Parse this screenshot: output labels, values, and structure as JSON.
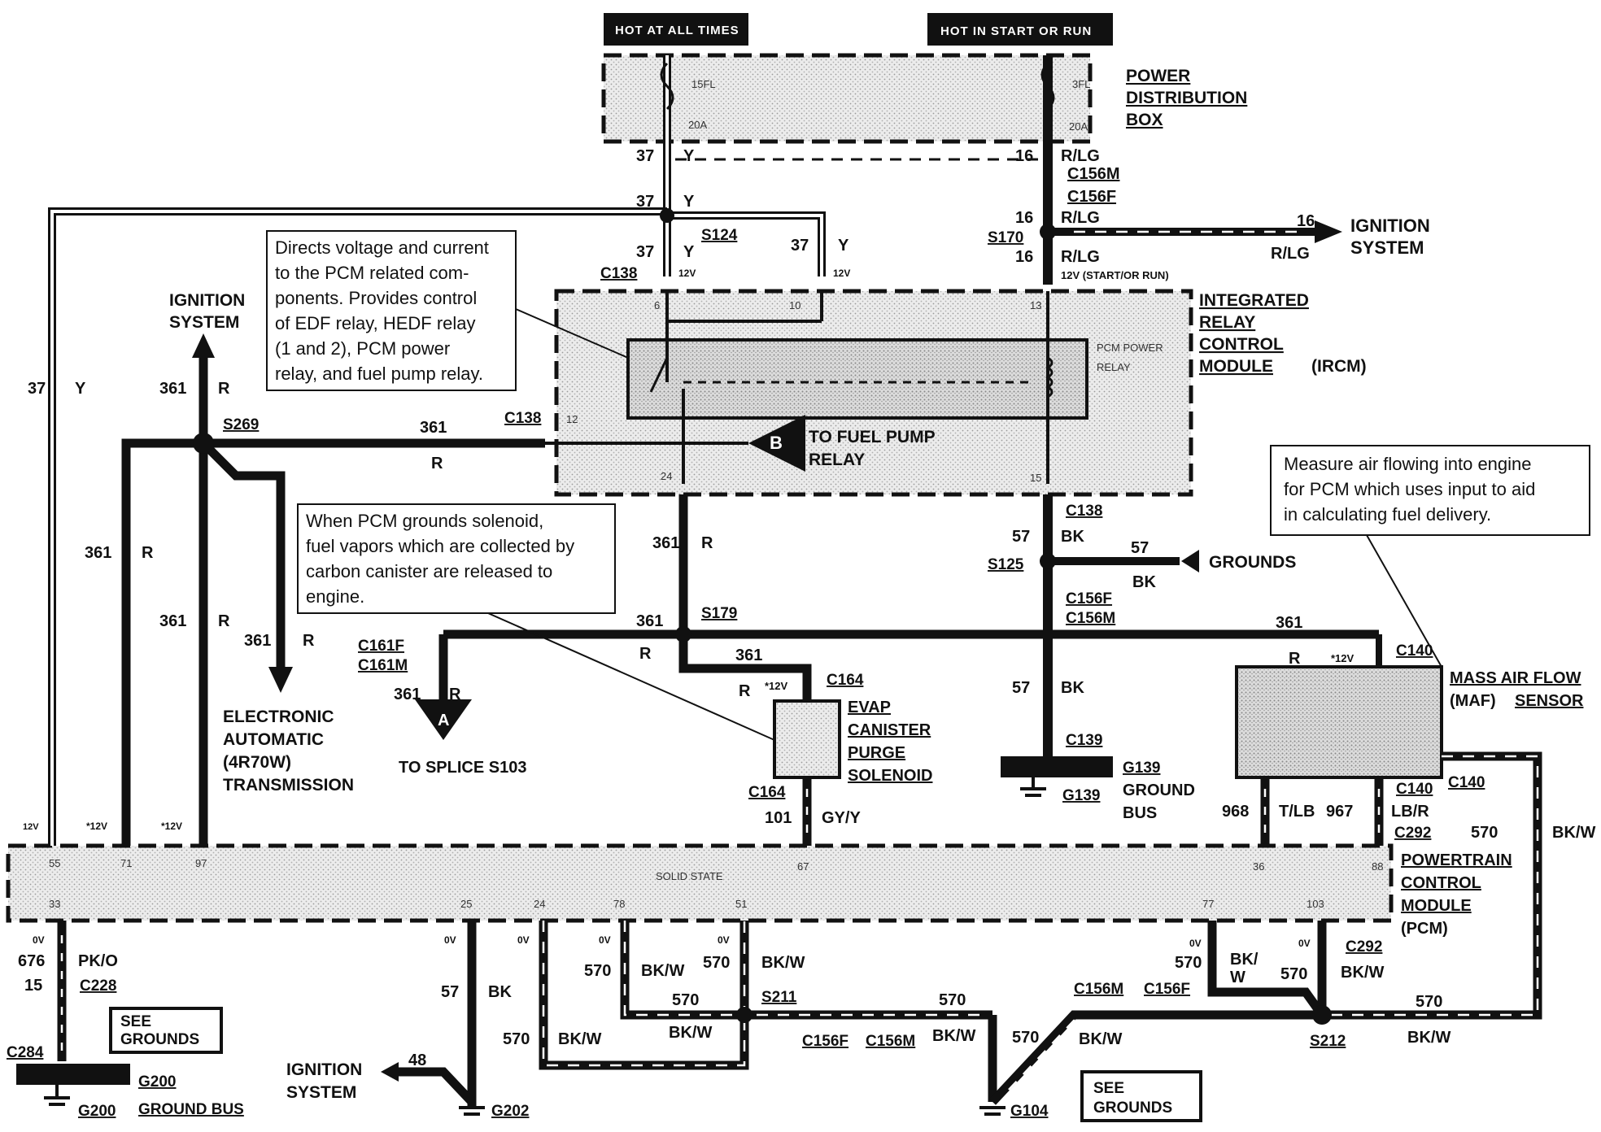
{
  "power": {
    "hot_all_times": "HOT AT ALL TIMES",
    "hot_start_run": "HOT IN START OR RUN",
    "pdb_line1": "POWER",
    "pdb_line2": "DISTRIBUTION",
    "pdb_line3": "BOX",
    "fuse_left": "15FL",
    "fuse_left_amp": "20A",
    "fuse_right": "3FL",
    "fuse_right_amp": "20A"
  },
  "wires": {
    "w37": "37",
    "y": "Y",
    "w16": "16",
    "rlg": "R/LG",
    "w361": "361",
    "r": "R",
    "w57": "57",
    "bk": "BK",
    "w101": "101",
    "gyy": "GY/Y",
    "w968": "968",
    "tlb": "T/LB",
    "w967": "967",
    "lbr": "LB/R",
    "w570": "570",
    "bkw": "BK/W",
    "bkw_split_1": "BK/",
    "bkw_split_2": "W",
    "w676": "676",
    "pko": "PK/O",
    "w15": "15",
    "w48": "48"
  },
  "connectors": {
    "c156m": "C156M",
    "c156f": "C156F",
    "s124": "S124",
    "s170": "S170",
    "c138": "C138",
    "s269": "S269",
    "s179": "S179",
    "s125": "S125",
    "c161f": "C161F",
    "c161m": "C161M",
    "c164": "C164",
    "c139": "C139",
    "g139": "G139",
    "c140": "C140",
    "c292": "C292",
    "s211": "S211",
    "s212": "S212",
    "c228": "C228",
    "c284": "C284",
    "g200": "G200",
    "g202": "G202",
    "g104": "G104"
  },
  "labels": {
    "ignition": "IGNITION",
    "system": "SYSTEM",
    "v12_start_run": "12V (START/OR RUN)",
    "v12": "12V",
    "v12_star": "*12V",
    "v0": "0V",
    "ircm_1": "INTEGRATED",
    "ircm_2": "RELAY",
    "ircm_3": "CONTROL",
    "ircm_4": "MODULE",
    "ircm_5": "(IRCM)",
    "pcm_power_relay_1": "PCM POWER",
    "pcm_power_relay_2": "RELAY",
    "to_fuel_pump_1": "TO FUEL PUMP",
    "to_fuel_pump_2": "RELAY",
    "conn_b": "B",
    "conn_a": "A",
    "grounds": "GROUNDS",
    "evap_1": "EVAP",
    "evap_2": "CANISTER",
    "evap_3": "PURGE",
    "evap_4": "SOLENOID",
    "maf_1": "MASS AIR FLOW",
    "maf_2": "(MAF)",
    "maf_3": "SENSOR",
    "eat_1": "ELECTRONIC",
    "eat_2": "AUTOMATIC",
    "eat_3": "(4R70W)",
    "eat_4": "TRANSMISSION",
    "to_splice": "TO SPLICE S103",
    "ground": "GROUND",
    "bus": "BUS",
    "ground_bus": "GROUND BUS",
    "see": "SEE",
    "grounds_box": "GROUNDS",
    "pcm_1": "POWERTRAIN",
    "pcm_2": "CONTROL",
    "pcm_3": "MODULE",
    "pcm_4": "(PCM)",
    "solid_state": "SOLID STATE"
  },
  "pins": {
    "p6": "6",
    "p10": "10",
    "p13": "13",
    "p12": "12",
    "p24": "24",
    "p15": "15",
    "p55": "55",
    "p71": "71",
    "p97": "97",
    "p67": "67",
    "p36": "36",
    "p88": "88",
    "p33": "33",
    "p25": "25",
    "p78": "78",
    "p51": "51",
    "p77": "77",
    "p103": "103"
  },
  "notes": {
    "ircm_note": [
      "Directs voltage and current",
      "to the PCM related com-",
      "ponents. Provides control",
      "of EDF relay, HEDF relay",
      "(1 and 2), PCM power",
      "relay, and fuel pump relay."
    ],
    "evap_note": [
      "When PCM grounds solenoid,",
      "fuel vapors which are collected by",
      "carbon canister are released to",
      "engine."
    ],
    "maf_note": [
      "Measure air flowing into engine",
      "for PCM which uses input to aid",
      "in calculating fuel delivery."
    ]
  }
}
